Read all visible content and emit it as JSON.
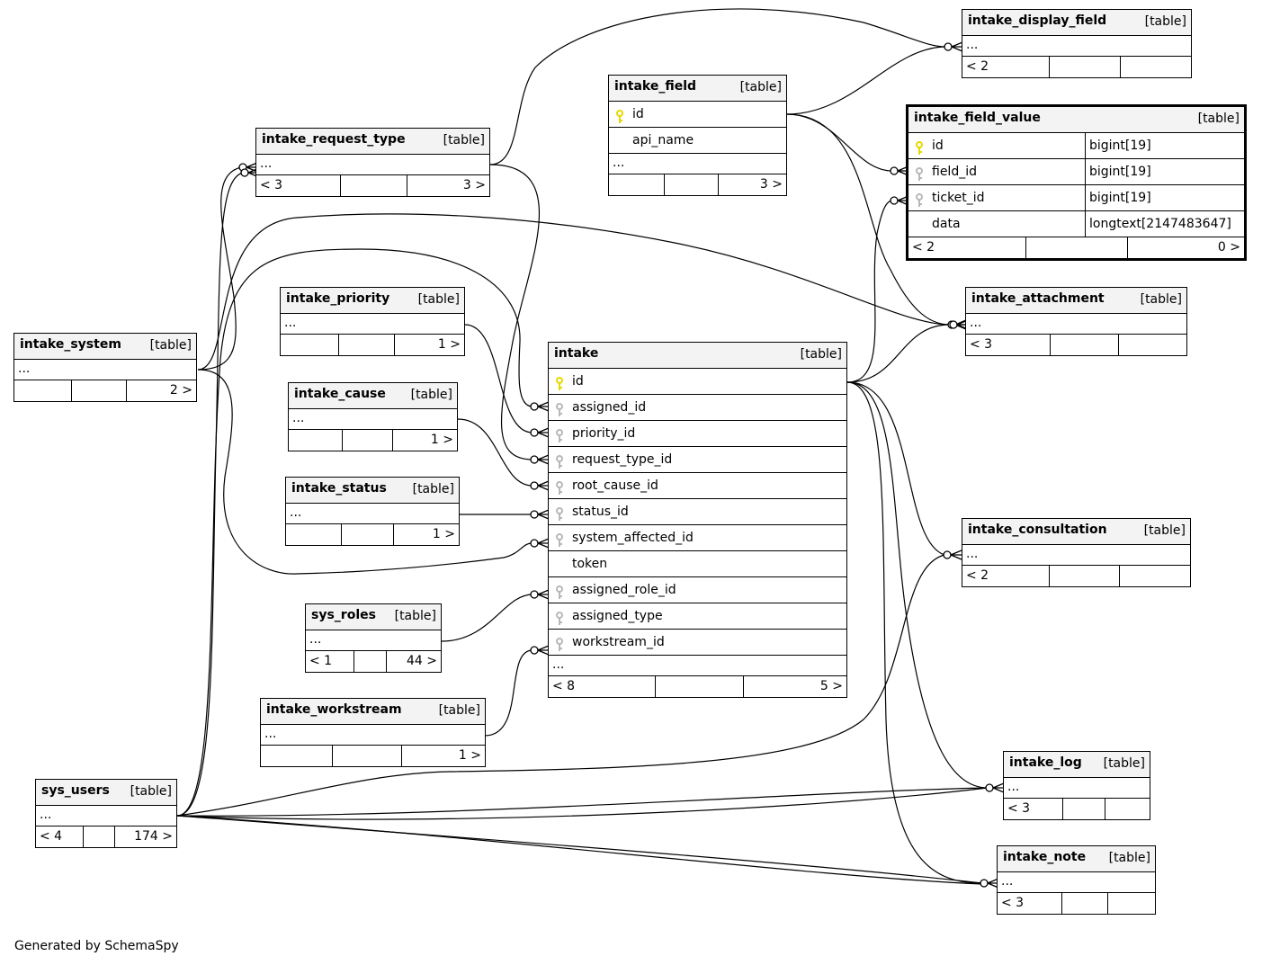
{
  "diagram": {
    "footer_text": "Generated by SchemaSpy",
    "type_label": "[table]",
    "ellipsis": "...",
    "key_colors": {
      "primary": "#e6d800",
      "foreign": "#b8b8b8"
    },
    "tables": {
      "intake_display_field": {
        "name": "intake_display_field",
        "footer": [
          "< 2",
          "",
          ""
        ]
      },
      "intake_field": {
        "name": "intake_field",
        "columns": [
          {
            "name": "id",
            "key": "primary"
          },
          {
            "name": "api_name",
            "key": "none"
          }
        ],
        "footer": [
          "",
          "",
          "3 >"
        ]
      },
      "intake_field_value": {
        "name": "intake_field_value",
        "columns": [
          {
            "name": "id",
            "key": "primary",
            "type": "bigint[19]"
          },
          {
            "name": "field_id",
            "key": "foreign",
            "type": "bigint[19]"
          },
          {
            "name": "ticket_id",
            "key": "foreign",
            "type": "bigint[19]"
          },
          {
            "name": "data",
            "key": "none",
            "type": "longtext[2147483647]"
          }
        ],
        "footer": [
          "< 2",
          "",
          "0 >"
        ]
      },
      "intake_request_type": {
        "name": "intake_request_type",
        "footer": [
          "< 3",
          "",
          "3 >"
        ]
      },
      "intake_attachment": {
        "name": "intake_attachment",
        "footer": [
          "< 3",
          "",
          ""
        ]
      },
      "intake_priority": {
        "name": "intake_priority",
        "footer": [
          "",
          "",
          "1 >"
        ]
      },
      "intake_system": {
        "name": "intake_system",
        "footer": [
          "",
          "",
          "2 >"
        ]
      },
      "intake_cause": {
        "name": "intake_cause",
        "footer": [
          "",
          "",
          "1 >"
        ]
      },
      "intake_status": {
        "name": "intake_status",
        "footer": [
          "",
          "",
          "1 >"
        ]
      },
      "intake": {
        "name": "intake",
        "columns": [
          {
            "name": "id",
            "key": "primary"
          },
          {
            "name": "assigned_id",
            "key": "foreign"
          },
          {
            "name": "priority_id",
            "key": "foreign"
          },
          {
            "name": "request_type_id",
            "key": "foreign"
          },
          {
            "name": "root_cause_id",
            "key": "foreign"
          },
          {
            "name": "status_id",
            "key": "foreign"
          },
          {
            "name": "system_affected_id",
            "key": "foreign"
          },
          {
            "name": "token",
            "key": "none"
          },
          {
            "name": "assigned_role_id",
            "key": "foreign"
          },
          {
            "name": "assigned_type",
            "key": "foreign"
          },
          {
            "name": "workstream_id",
            "key": "foreign"
          }
        ],
        "footer": [
          "< 8",
          "",
          "5 >"
        ]
      },
      "intake_consultation": {
        "name": "intake_consultation",
        "footer": [
          "< 2",
          "",
          ""
        ]
      },
      "sys_roles": {
        "name": "sys_roles",
        "footer": [
          "< 1",
          "",
          "44 >"
        ]
      },
      "intake_workstream": {
        "name": "intake_workstream",
        "footer": [
          "",
          "",
          "1 >"
        ]
      },
      "sys_users": {
        "name": "sys_users",
        "footer": [
          "< 4",
          "",
          "174 >"
        ]
      },
      "intake_log": {
        "name": "intake_log",
        "footer": [
          "< 3",
          "",
          ""
        ]
      },
      "intake_note": {
        "name": "intake_note",
        "footer": [
          "< 3",
          "",
          ""
        ]
      }
    },
    "relationships": [
      {
        "from": "intake_request_type",
        "to": "intake_display_field"
      },
      {
        "from": "intake_field",
        "to": "intake_display_field"
      },
      {
        "from": "intake_field",
        "to": "intake_field_value.field_id"
      },
      {
        "from": "intake",
        "to": "intake_field_value.ticket_id"
      },
      {
        "from": "intake_field",
        "to": "intake_attachment"
      },
      {
        "from": "intake",
        "to": "intake_attachment"
      },
      {
        "from": "intake_system",
        "to": "intake_attachment"
      },
      {
        "from": "intake_system",
        "to": "intake_request_type"
      },
      {
        "from": "sys_users",
        "to": "intake_request_type"
      },
      {
        "from": "sys_users",
        "to": "intake.assigned_id"
      },
      {
        "from": "intake_priority",
        "to": "intake.priority_id"
      },
      {
        "from": "intake_request_type",
        "to": "intake.request_type_id"
      },
      {
        "from": "intake_cause",
        "to": "intake.root_cause_id"
      },
      {
        "from": "intake_status",
        "to": "intake.status_id"
      },
      {
        "from": "intake_system",
        "to": "intake.system_affected_id"
      },
      {
        "from": "sys_roles",
        "to": "intake.assigned_role_id"
      },
      {
        "from": "intake_workstream",
        "to": "intake.workstream_id"
      },
      {
        "from": "intake",
        "to": "intake_consultation"
      },
      {
        "from": "sys_users",
        "to": "intake_consultation"
      },
      {
        "from": "intake",
        "to": "intake_log"
      },
      {
        "from": "sys_users",
        "to": "intake_log"
      },
      {
        "from": "intake",
        "to": "intake_note"
      },
      {
        "from": "sys_users",
        "to": "intake_note"
      }
    ]
  }
}
